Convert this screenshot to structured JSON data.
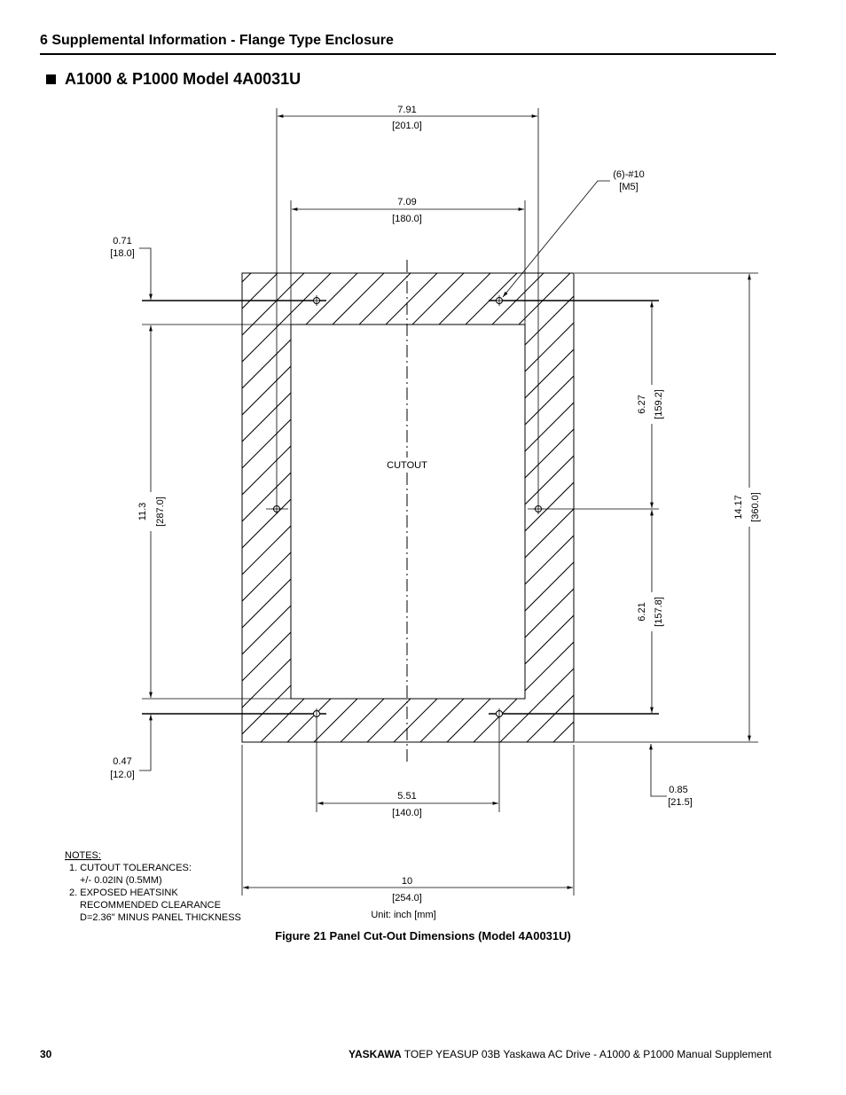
{
  "header": {
    "section_title": "6  Supplemental Information - Flange Type Enclosure"
  },
  "heading": {
    "title": "A1000 & P1000 Model 4A0031U"
  },
  "drawing": {
    "dim_top_outer": "7.91",
    "dim_top_outer_mm": "[201.0]",
    "dim_top_inner": "7.09",
    "dim_top_inner_mm": "[180.0]",
    "screw_callout_1": "(6)-#10",
    "screw_callout_2": "[M5]",
    "dim_left_top": "0.71",
    "dim_left_top_mm": "[18.0]",
    "dim_left_height": "11.3",
    "dim_left_height_mm": "[287.0]",
    "dim_left_bottom": "0.47",
    "dim_left_bottom_mm": "[12.0]",
    "cutout_label": "CUTOUT",
    "dim_right_upper": "6.27",
    "dim_right_upper_mm": "[159.2]",
    "dim_right_lower": "6.21",
    "dim_right_lower_mm": "[157.8]",
    "dim_right_total": "14.17",
    "dim_right_total_mm": "[360.0]",
    "dim_right_bottom": "0.85",
    "dim_right_bottom_mm": "[21.5]",
    "dim_bottom_holes": "5.51",
    "dim_bottom_holes_mm": "[140.0]",
    "dim_bottom_total": "10",
    "dim_bottom_total_mm": "[254.0]",
    "unit_label": "Unit: inch [mm]",
    "notes": [
      "NOTES:",
      "1. CUTOUT TOLERANCES:",
      "+/- 0.02IN (0.5MM)",
      "2. EXPOSED HEATSINK",
      "RECOMMENDED CLEARANCE",
      "D=2.36\" MINUS PANEL THICKNESS"
    ]
  },
  "caption": "Figure 21  Panel Cut-Out Dimensions (Model 4A0031U)",
  "footer": {
    "page_number": "30",
    "brand": "YASKAWA",
    "doc_title": " TOEP YEASUP 03B Yaskawa AC Drive - A1000 & P1000 Manual Supplement"
  }
}
